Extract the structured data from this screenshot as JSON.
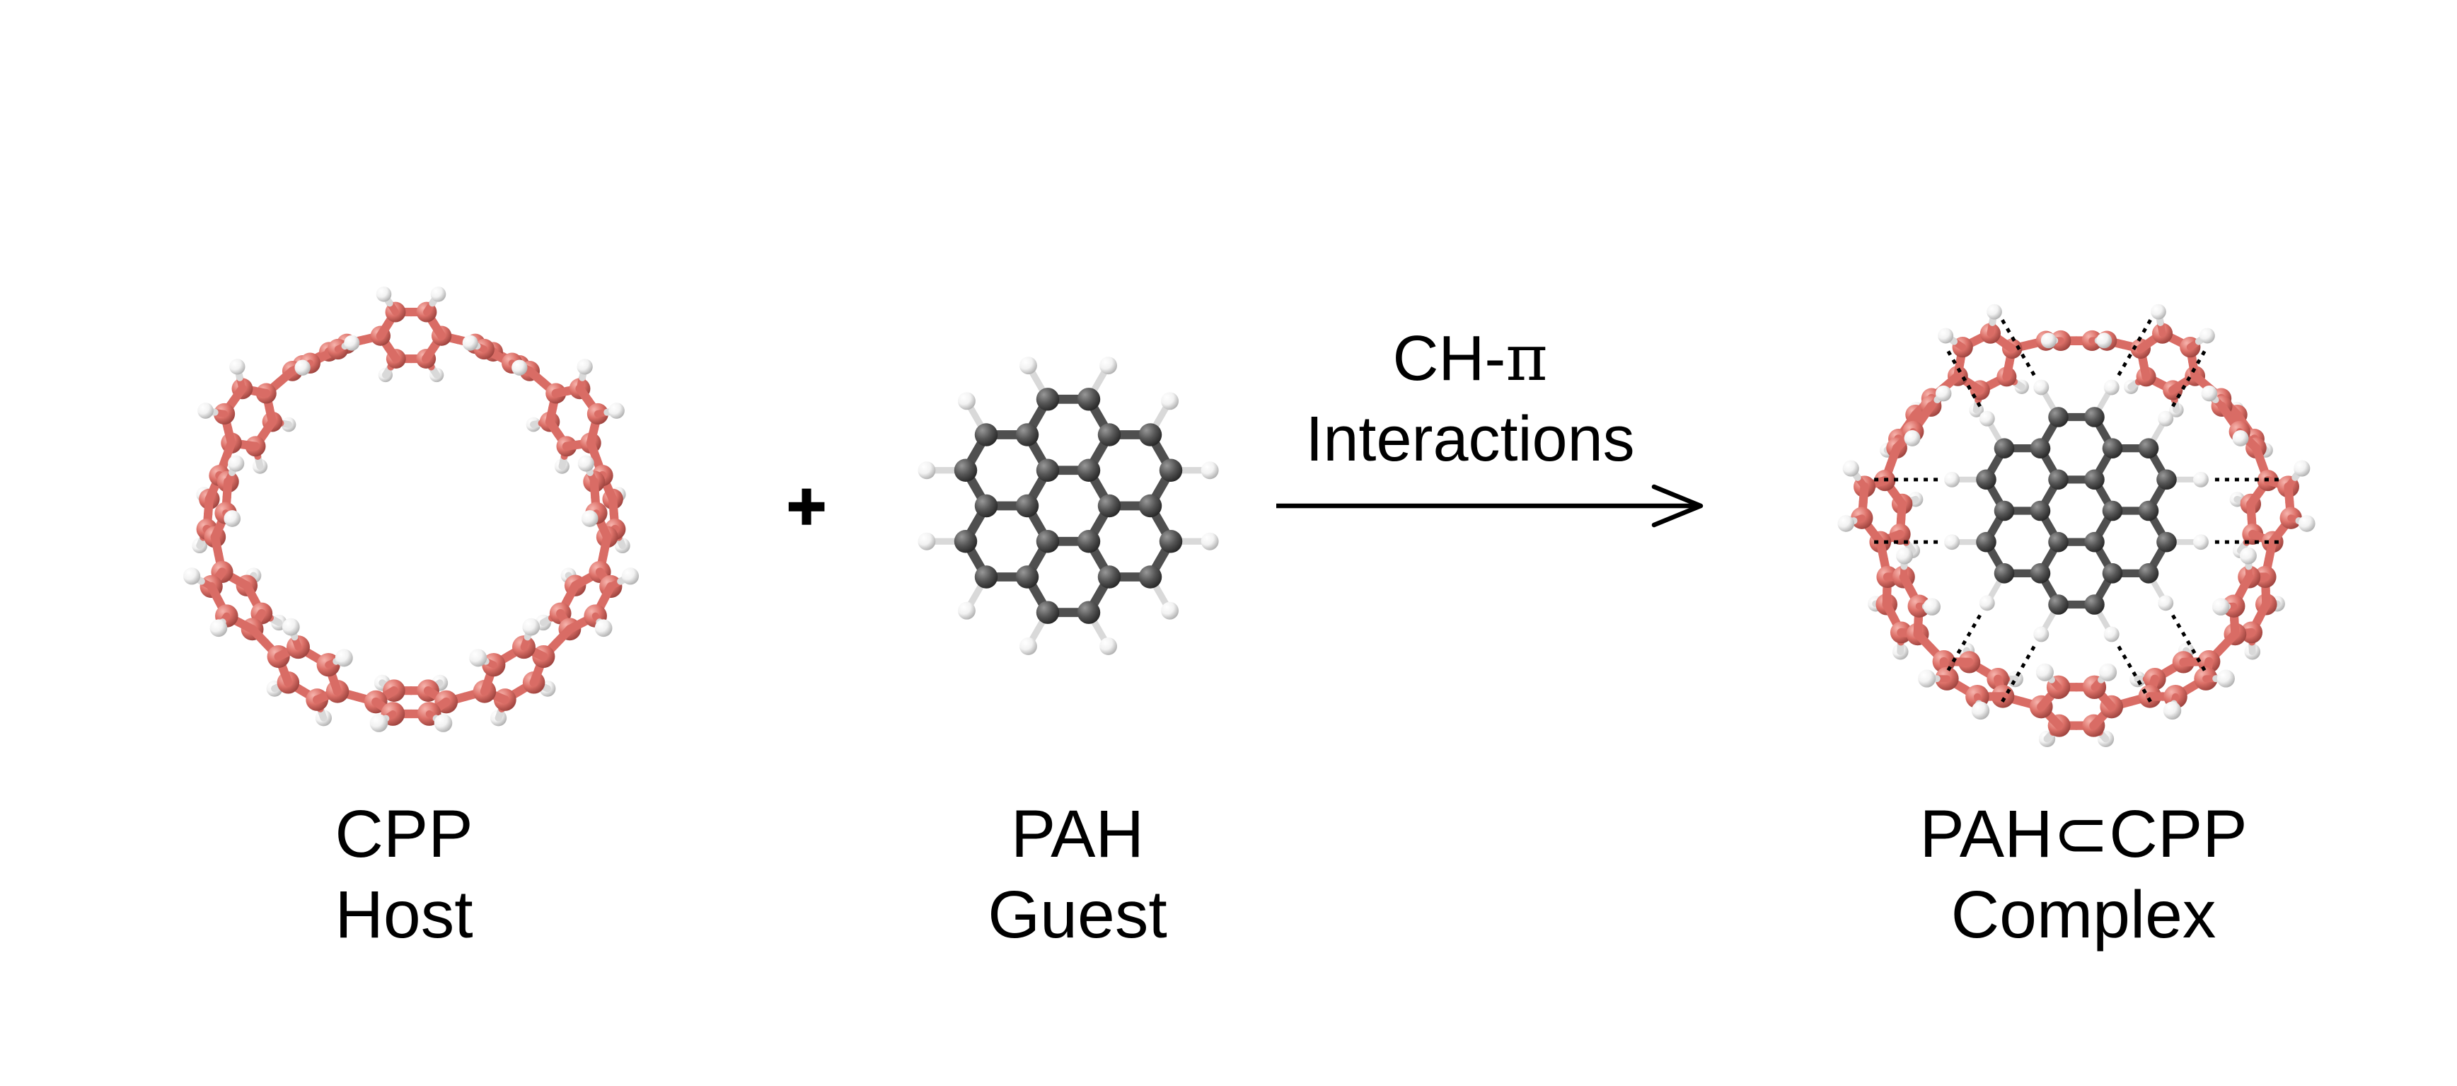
{
  "scene": {
    "background": "#ffffff"
  },
  "reaction": {
    "plus_sign": "+",
    "arrow_label_prefix": "CH-",
    "arrow_label_pi": "π",
    "arrow_label_line2": "Interactions"
  },
  "cpp_host": {
    "label_line1": "CPP",
    "label_line2": "Host",
    "phenylene_units": 12
  },
  "pah_guest": {
    "label_line1": "PAH",
    "label_line2": "Guest",
    "fused_rings": 7,
    "hydrogen_count": 12
  },
  "complex": {
    "label_line1": "PAH⊂CPP",
    "label_line2": "Complex",
    "ch_pi_contact_count": 12
  },
  "colors": {
    "cpp_carbon": "#dd7169",
    "cpp_carbon_highlight": "#f7b5ae",
    "cpp_carbon_shadow": "#9c423d",
    "cpp_bond": "#d96c65",
    "pah_carbon": "#565656",
    "pah_carbon_highlight": "#989898",
    "pah_carbon_shadow": "#262626",
    "pah_bond": "#4f4f4f",
    "hydrogen": "#f2f2f2",
    "hydrogen_highlight": "#ffffff",
    "hydrogen_shadow": "#aeaeae",
    "hydrogen_bond": "#d9d9d9",
    "text": "#000000",
    "arrow": "#000000",
    "interaction_line": "#000000"
  }
}
